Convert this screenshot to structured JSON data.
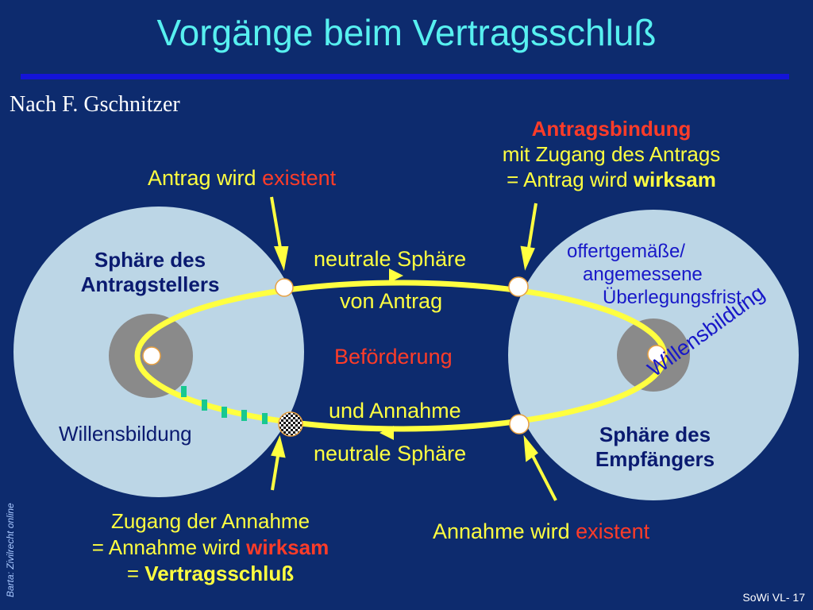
{
  "title": "Vorgänge beim Vertragsschluß",
  "source": "Nach F. Gschnitzer",
  "sphere_left": {
    "line1": "Sphäre des",
    "line2": "Antragstellers",
    "willensbildung": "Willensbildung"
  },
  "sphere_right": {
    "line1": "Sphäre des",
    "line2": "Empfängers",
    "willensbildung": "Willensbildung",
    "frist_1": "offertgemäße/",
    "frist_2": "angemessene",
    "frist_3": "Überlegungsfrist"
  },
  "top_left": {
    "text": "Antrag wird ",
    "highlight": "existent"
  },
  "top_right": {
    "line1": "Antragsbindung",
    "line2": "mit Zugang des Antrags",
    "line3_prefix": "= Antrag wird ",
    "line3_bold": "wirksam"
  },
  "middle": {
    "neutral_top": "neutrale Sphäre",
    "von_antrag": "von Antrag",
    "befoerderung": "Beförderung",
    "und_annahme": "und Annahme",
    "neutral_bottom": "neutrale Sphäre"
  },
  "bottom_left": {
    "line1": "Zugang der Annahme",
    "line2_prefix": "= Annahme wird ",
    "line2_highlight": "wirksam",
    "line3_prefix": "= ",
    "line3_bold": "Vertragsschluß"
  },
  "bottom_right": {
    "text": "Annahme wird ",
    "highlight": "existent"
  },
  "side_note": "Barta: Zivilrecht online",
  "footer": "SoWi VL- 17",
  "colors": {
    "background": "#0d2b6e",
    "sphere": "#bcd6e6",
    "core": "#8a8a8a",
    "orbit": "#ffff40",
    "title": "#57f0f0",
    "accent": "#ff3c28",
    "marks": "#18c890"
  }
}
